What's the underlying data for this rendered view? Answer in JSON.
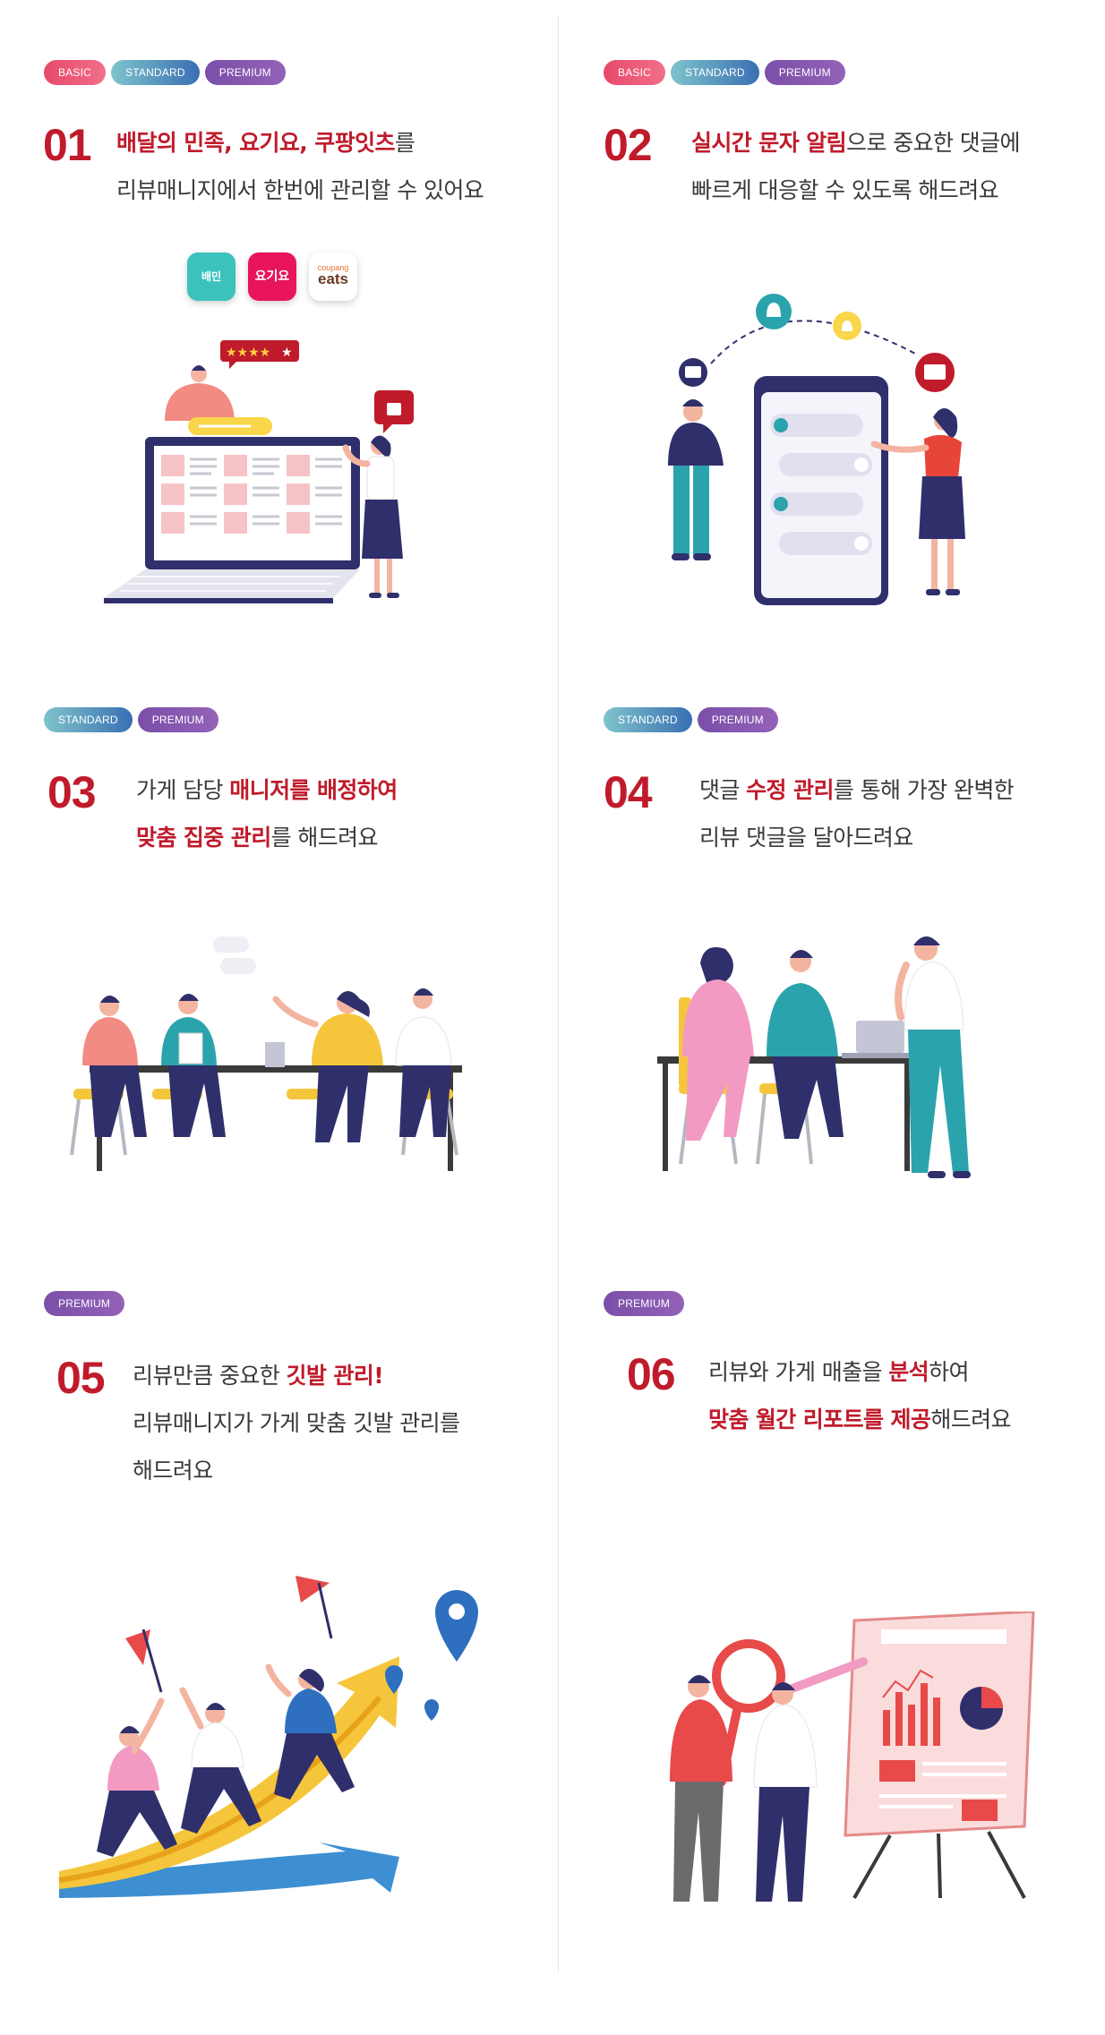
{
  "colors": {
    "accent": "#c01b2b",
    "basic": "#e8496b",
    "standard": "#3a6fb3",
    "premium": "#7a4fa8"
  },
  "items": [
    {
      "badges": [
        "BASIC",
        "STANDARD",
        "PREMIUM"
      ],
      "number": "01",
      "lines": [
        [
          "배달의 민족, 요기요, 쿠팡잇츠",
          "를"
        ],
        [
          "리뷰매니지에서 한번에 관리할 수 있어요"
        ]
      ],
      "apps": [
        "배민",
        "요기요",
        "coupang",
        "eats"
      ]
    },
    {
      "badges": [
        "BASIC",
        "STANDARD",
        "PREMIUM"
      ],
      "number": "02",
      "lines": [
        [
          "실시간 문자 알림",
          "으로 중요한 댓글에"
        ],
        [
          "빠르게 대응할 수 있도록 해드려요"
        ]
      ]
    },
    {
      "badges": [
        "STANDARD",
        "PREMIUM"
      ],
      "number": "03",
      "lines": [
        [
          "가게 담당 ",
          "매니저를 배정하여"
        ],
        [
          "맞춤 집중 관리",
          "를 해드려요"
        ]
      ]
    },
    {
      "badges": [
        "STANDARD",
        "PREMIUM"
      ],
      "number": "04",
      "lines": [
        [
          "댓글 ",
          "수정 관리",
          "를 통해 가장 완벽한"
        ],
        [
          "리뷰 댓글을 달아드려요"
        ]
      ]
    },
    {
      "badges": [
        "PREMIUM"
      ],
      "number": "05",
      "lines": [
        [
          "리뷰만큼 중요한 ",
          "깃발 관리!"
        ],
        [
          "리뷰매니지가 가게 맞춤 깃발 관리를"
        ],
        [
          "해드려요"
        ]
      ]
    },
    {
      "badges": [
        "PREMIUM"
      ],
      "number": "06",
      "lines": [
        [
          "리뷰와 가게 매출을 ",
          "분석",
          "하여"
        ],
        [
          "맞춤 월간 리포트를 제공",
          "해드려요"
        ]
      ]
    }
  ]
}
